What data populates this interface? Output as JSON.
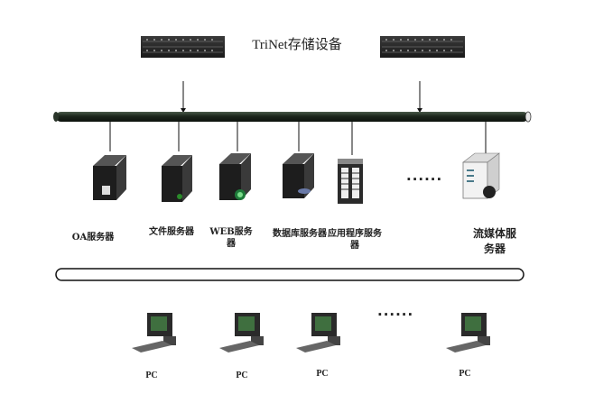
{
  "storage": {
    "label": "TriNet存储设备"
  },
  "servers": [
    {
      "label": "OA服务器"
    },
    {
      "label": "文件服务器"
    },
    {
      "label": "WEB服务器"
    },
    {
      "label": "数据库服务器"
    },
    {
      "label": "应用程序服务器"
    },
    {
      "label": "流媒体服务器"
    }
  ],
  "server_ellipsis": "......",
  "pcs": [
    {
      "label": "PC"
    },
    {
      "label": "PC"
    },
    {
      "label": "PC"
    },
    {
      "label": "PC"
    }
  ],
  "pc_ellipsis": "......"
}
